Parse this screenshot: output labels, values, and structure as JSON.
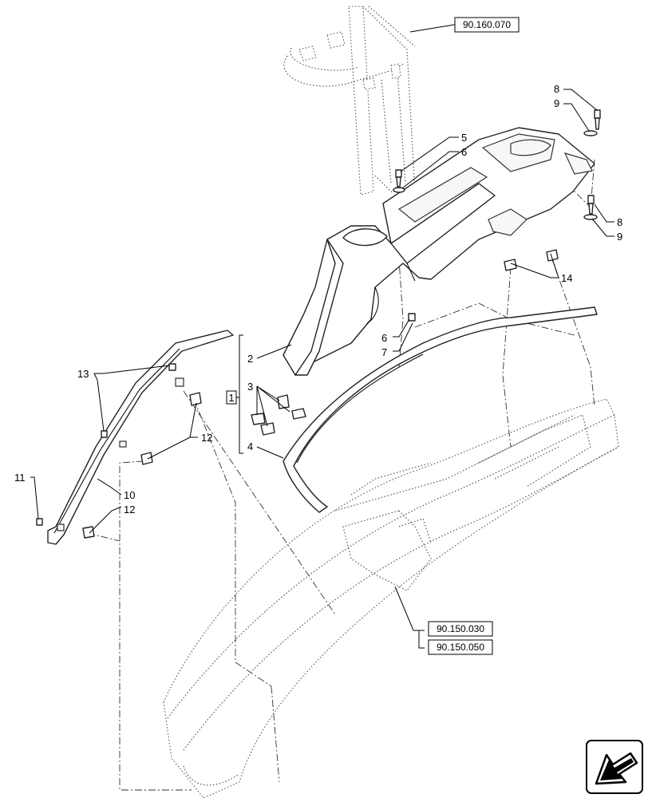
{
  "references": {
    "top": "90.160.070",
    "bottom_1": "90.150.030",
    "bottom_2": "90.150.050"
  },
  "callouts": {
    "c1": "1",
    "c2": "2",
    "c3": "3",
    "c4": "4",
    "c5": "5",
    "c6a": "6",
    "c6b": "6",
    "c7": "7",
    "c8a": "8",
    "c9a": "9",
    "c8b": "8",
    "c9b": "9",
    "c10": "10",
    "c11": "11",
    "c12a": "12",
    "c12b": "12",
    "c13": "13",
    "c14": "14"
  },
  "icons": {
    "corner": "navigation-arrow-icon"
  }
}
